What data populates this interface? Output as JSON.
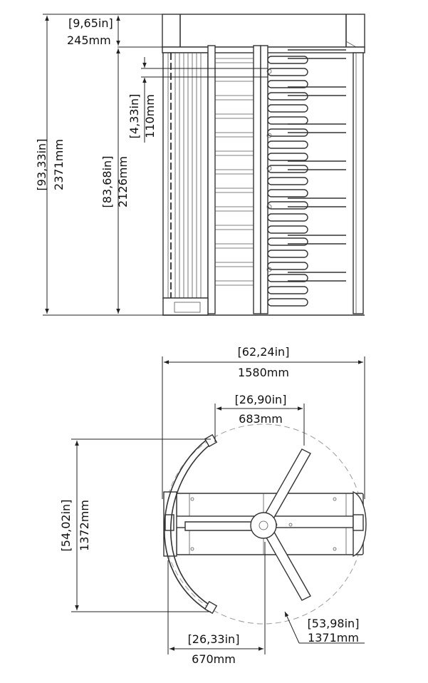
{
  "dimensions": {
    "total_height": {
      "imperial": "[93,33in]",
      "metric": "2371mm"
    },
    "top_height": {
      "imperial": "[9,65in]",
      "metric": "245mm"
    },
    "frame_height": {
      "imperial": "[83,68in]",
      "metric": "2126mm"
    },
    "bar_spacing": {
      "imperial": "[4,33in]",
      "metric": "110mm"
    },
    "overall_width": {
      "imperial": "[62,24in]",
      "metric": "1580mm"
    },
    "arm_span": {
      "imperial": "[26,90in]",
      "metric": "683mm"
    },
    "depth": {
      "imperial": "[54,02in]",
      "metric": "1372mm"
    },
    "rotor_diameter": {
      "imperial": "[53,98in]",
      "metric": "1371mm"
    },
    "passage_width": {
      "imperial": "[26,33in]",
      "metric": "670mm"
    }
  },
  "colors": {
    "line": "#222222",
    "dashed_circle": "#9a9a9a",
    "background": "#ffffff"
  }
}
